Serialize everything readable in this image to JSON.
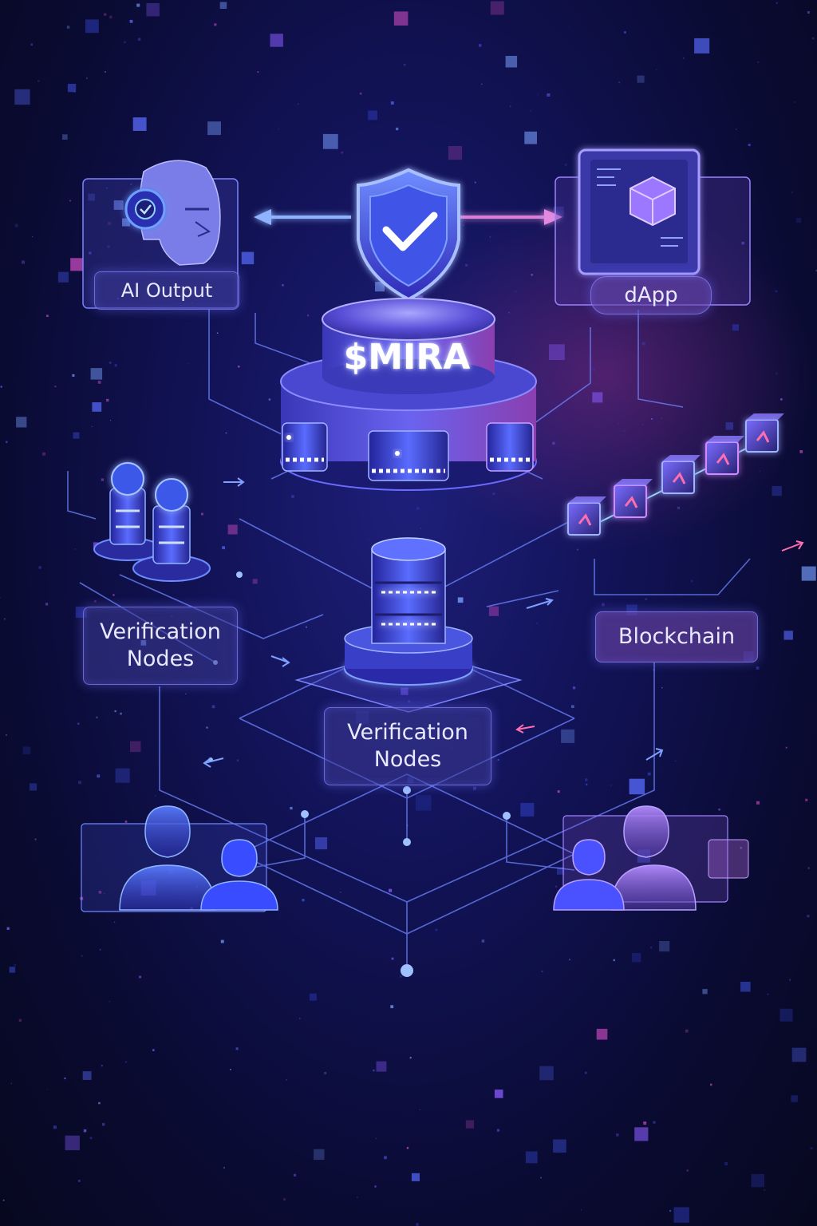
{
  "labels": {
    "ai_output": "AI Output",
    "dapp": "dApp",
    "token": "$MIRA",
    "verification_nodes_left": [
      "Verification",
      "Nodes"
    ],
    "verification_nodes_center": [
      "Verification",
      "Nodes"
    ],
    "blockchain": "Blockchain"
  },
  "icons": {
    "shield": "shield-check-icon",
    "ai_head": "robot-head-icon",
    "dapp_screen": "cube-screen-icon",
    "hub": "token-hub-icon",
    "server": "database-server-icon",
    "nodes": "node-cylinders-icon",
    "chain": "blockchain-cubes-icon",
    "users_left": "users-icon",
    "users_right": "users-icon"
  },
  "colors": {
    "background": "#0a0b33",
    "glow_blue": "#5aa0ff",
    "glow_violet": "#9b6bff",
    "accent_pink": "#ff4fa0",
    "label_border": "#8c8cff"
  }
}
